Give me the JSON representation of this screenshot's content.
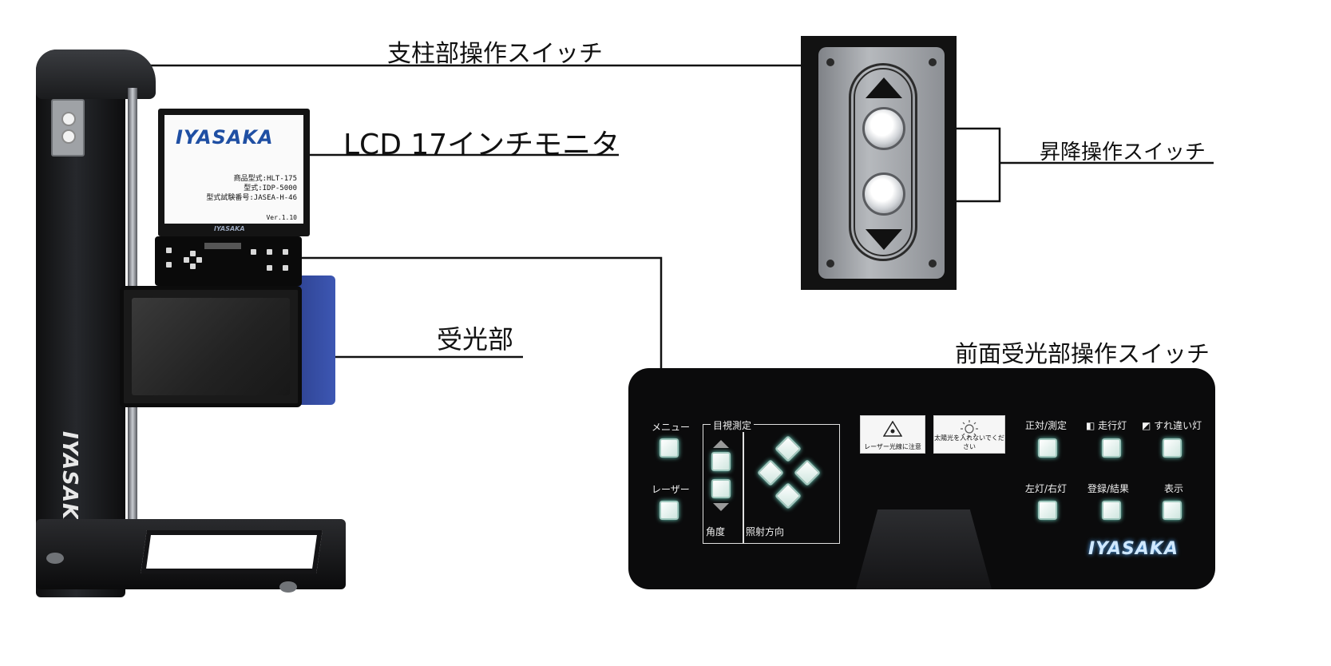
{
  "callouts": {
    "column_switch": "支柱部操作スイッチ",
    "lcd_monitor": "LCD 17インチモニタ",
    "receiver": "受光部",
    "lift_switch": "昇降操作スイッチ",
    "front_switch": "前面受光部操作スイッチ"
  },
  "monitor": {
    "logo": "IYASAKA",
    "lines": [
      "商品型式:HLT-175",
      "型式:IDP-5000",
      "型式試験番号:JASEA-H-46"
    ],
    "version": "Ver.1.10",
    "bezel_logo": "IYASAKA"
  },
  "pillar_logo": "IYASAKA",
  "front_panel": {
    "menu": "メニュー",
    "laser": "レーザー",
    "visual_measure": "目視測定",
    "angle": "角度",
    "direction": "照射方向",
    "laser_warning": "レーザー光線に注意",
    "sun_warning": "太陽光を入れないでください",
    "face_measure": "正対/測定",
    "driving_light": "走行灯",
    "passing_light": "すれ違い灯",
    "left_right": "左灯/右灯",
    "register_result": "登録/結果",
    "display": "表示",
    "logo": "IYASAKA"
  },
  "colors": {
    "brand_blue": "#1f4fa3",
    "key_glow": "#6fd6c4"
  }
}
